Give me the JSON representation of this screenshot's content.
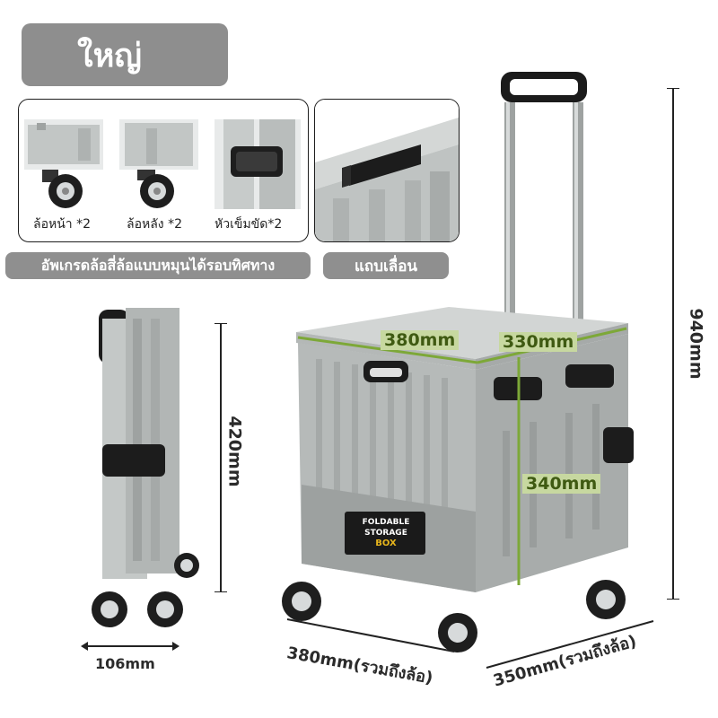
{
  "header": {
    "size_label": "ใหญ่"
  },
  "features": {
    "wheels": {
      "front_caption": "ล้อหน้า *2",
      "rear_caption": "ล้อหลัง *2",
      "buckle_caption": "หัวเข็มขัด*2"
    },
    "upgrade_label": "อัพเกรดล้อสี่ล้อแบบหมุนได้รอบทิศทาง",
    "rail_label": "แถบเลื่อน"
  },
  "product": {
    "box_text_line1": "FOLDABLE STORAGE",
    "box_text_line2": "BOX",
    "colors": {
      "body": "#b4b8b7",
      "body_dark": "#9da1a0",
      "handle": "#1b1b1b",
      "accent_yellow": "#e7b51c",
      "lid_green": "#b9cf87",
      "dimension_green": "#7da838"
    }
  },
  "dimensions": {
    "lid_width": "380mm",
    "lid_depth": "330mm",
    "box_height": "340mm",
    "total_height": "940mm",
    "folded_height": "420mm",
    "folded_width": "106mm",
    "width_with_wheels": "380mm(รวมถึงล้อ)",
    "depth_with_wheels": "350mm(รวมถึงล้อ)"
  }
}
